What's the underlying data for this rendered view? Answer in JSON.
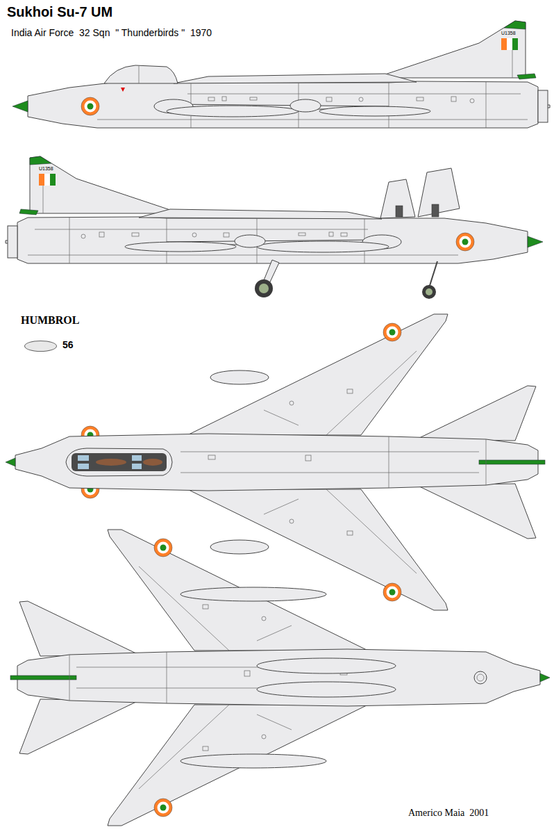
{
  "diagram": {
    "title": "Sukhoi Su-7 UM",
    "labels": [
      "India Air Force  32 Sqn  \" Thunderbirds \"  1970",
      "U1358",
      "U1358",
      "HUMBROL",
      "Americo Maia  2001"
    ],
    "legend": [
      {
        "text": "56",
        "color": "#e8e8e8"
      }
    ]
  }
}
